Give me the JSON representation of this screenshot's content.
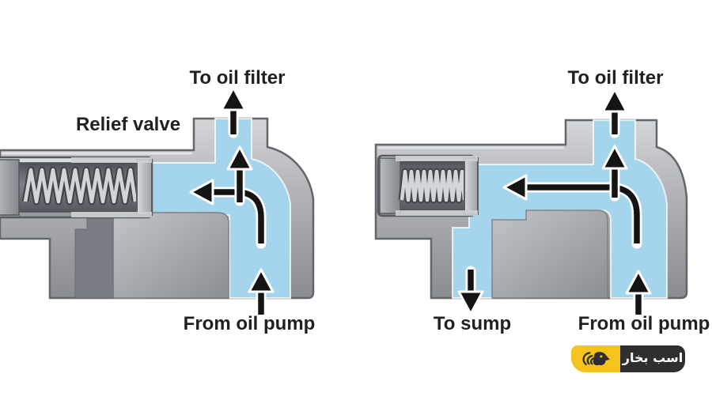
{
  "page": {
    "background": "#ffffff"
  },
  "diagram": {
    "subject": "oil pressure relief valve operation (closed vs open)",
    "panels": [
      {
        "id": "relief-valve-closed",
        "labels": {
          "top": "To oil filter",
          "component": "Relief valve",
          "bottom": "From oil pump"
        }
      },
      {
        "id": "relief-valve-open",
        "labels": {
          "top": "To oil filter",
          "bottom_left": "To sump",
          "bottom_right": "From oil pump"
        }
      }
    ],
    "colors": {
      "oil_channel": "#a4d5ed",
      "valve_body_light": "#d4d6d8",
      "valve_body_dark": "#8a8c91",
      "body_outline": "#63666b",
      "flow_arrow": "#141414",
      "label_text": "#232021"
    }
  },
  "logo": {
    "icon": "winged-horse-icon",
    "text": "اسب بخار",
    "badge_yellow": "#f4c31d",
    "badge_dark": "#2f2e30",
    "text_color": "#ffffff"
  }
}
